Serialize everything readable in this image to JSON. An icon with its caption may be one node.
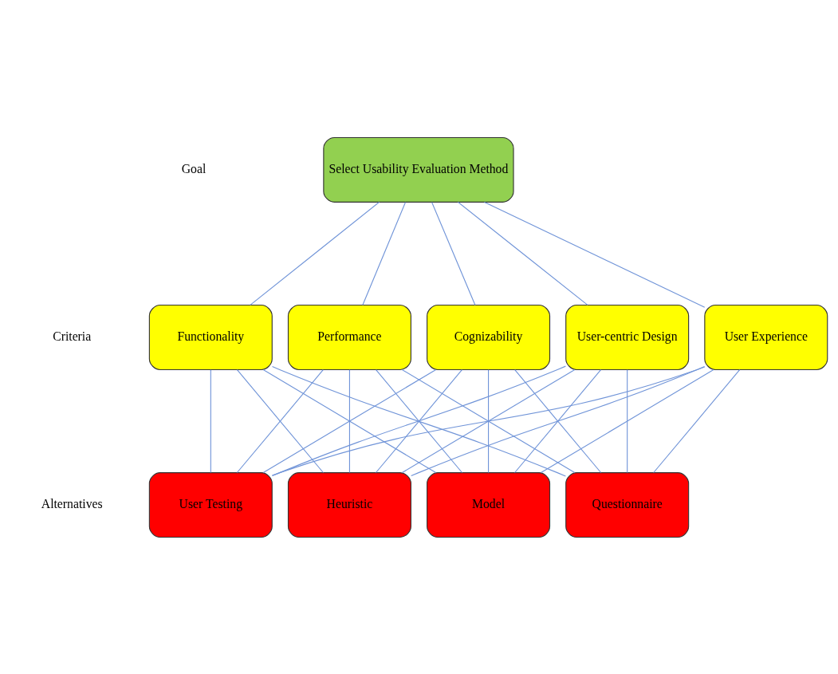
{
  "diagram": {
    "nodes": [
      {
        "text": [
          "Select Usability Evaluation Method"
        ]
      },
      {
        "text": [
          "Functionality"
        ]
      },
      {
        "text": [
          "Performance"
        ]
      },
      {
        "text": [
          "Cognizability"
        ]
      },
      {
        "text": [
          "User-centric Design"
        ]
      },
      {
        "text": [
          "User Experience"
        ]
      },
      {
        "text": [
          "User Testing"
        ]
      },
      {
        "text": [
          "Heuristic"
        ]
      },
      {
        "text": [
          "Model"
        ]
      },
      {
        "text": [
          "Questionnaire"
        ]
      }
    ],
    "edges": [
      {
        "from": 0,
        "to": 1,
        "arrow": "none"
      },
      {
        "from": 0,
        "to": 2,
        "arrow": "none"
      },
      {
        "from": 0,
        "to": 3,
        "arrow": "none"
      },
      {
        "from": 0,
        "to": 4,
        "arrow": "none"
      },
      {
        "from": 0,
        "to": 5,
        "arrow": "none"
      },
      {
        "from": 1,
        "to": 6,
        "arrow": "none"
      },
      {
        "from": 1,
        "to": 7,
        "arrow": "none"
      },
      {
        "from": 1,
        "to": 8,
        "arrow": "none"
      },
      {
        "from": 1,
        "to": 9,
        "arrow": "none"
      },
      {
        "from": 2,
        "to": 6,
        "arrow": "none"
      },
      {
        "from": 2,
        "to": 7,
        "arrow": "none"
      },
      {
        "from": 2,
        "to": 8,
        "arrow": "none"
      },
      {
        "from": 2,
        "to": 9,
        "arrow": "none"
      },
      {
        "from": 3,
        "to": 6,
        "arrow": "none"
      },
      {
        "from": 3,
        "to": 7,
        "arrow": "none"
      },
      {
        "from": 3,
        "to": 8,
        "arrow": "none"
      },
      {
        "from": 3,
        "to": 9,
        "arrow": "none"
      },
      {
        "from": 4,
        "to": 6,
        "arrow": "none"
      },
      {
        "from": 4,
        "to": 7,
        "arrow": "none"
      },
      {
        "from": 4,
        "to": 8,
        "arrow": "none"
      },
      {
        "from": 4,
        "to": 9,
        "arrow": "none"
      },
      {
        "from": 5,
        "to": 6,
        "arrow": "none"
      },
      {
        "from": 5,
        "to": 7,
        "arrow": "none"
      },
      {
        "from": 5,
        "to": 8,
        "arrow": "none"
      },
      {
        "from": 5,
        "to": 9,
        "arrow": "none"
      }
    ],
    "labels": [
      "Goal",
      "Criteria",
      "Alternatives"
    ]
  }
}
